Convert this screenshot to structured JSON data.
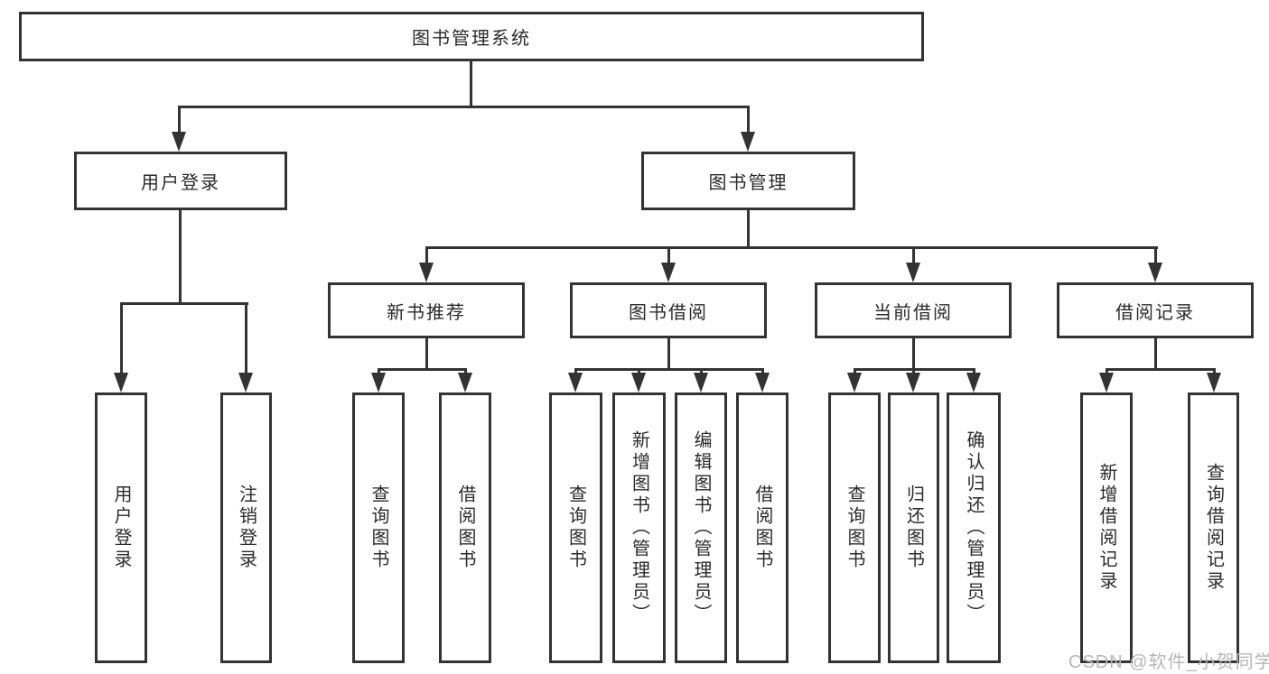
{
  "diagram": {
    "title": "图书管理系统",
    "root": {
      "label": "图书管理系统"
    },
    "level2": [
      {
        "label": "用户登录"
      },
      {
        "label": "图书管理"
      }
    ],
    "level3": [
      {
        "label": "新书推荐"
      },
      {
        "label": "图书借阅"
      },
      {
        "label": "当前借阅"
      },
      {
        "label": "借阅记录"
      }
    ],
    "leaves": {
      "user_login": [
        "用户登录",
        "注销登录"
      ],
      "new_book_recommend": [
        "查询图书",
        "借阅图书"
      ],
      "book_borrow": [
        "查询图书",
        "新增图书（管理员）",
        "编辑图书（管理员）",
        "借阅图书"
      ],
      "current_borrow": [
        "查询图书",
        "归还图书",
        "确认归还（管理员）"
      ],
      "borrow_record": [
        "新增借阅记录",
        "查询借阅记录"
      ]
    }
  },
  "watermark": {
    "text": "CSDN @软件_小贺同学"
  },
  "colors": {
    "line": "#333333",
    "text": "#2b2b2b",
    "background": "#ffffff",
    "watermark": "#b7b7b7"
  }
}
